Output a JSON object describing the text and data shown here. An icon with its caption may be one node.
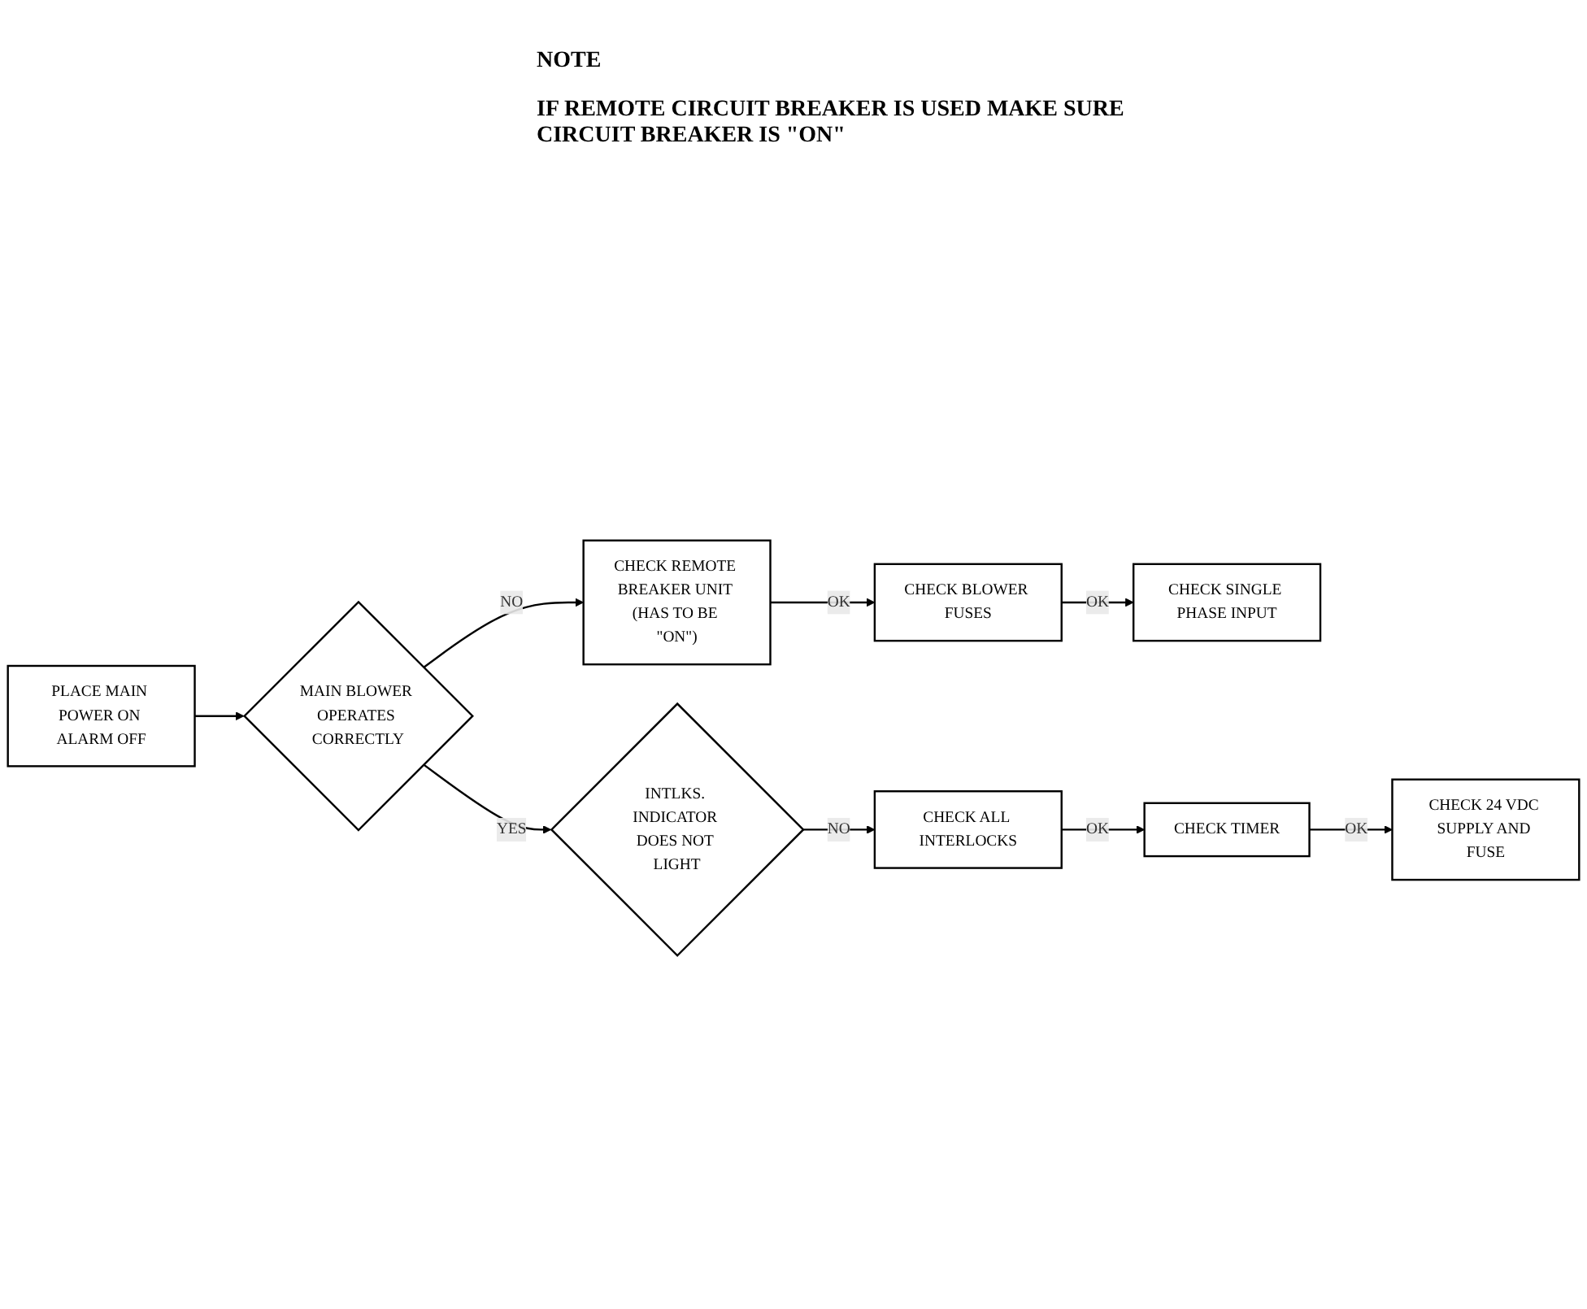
{
  "diagram": {
    "nodes": [
      {
        "text": [
          "PLACE MAIN POWER ON ALARM OFF"
        ]
      },
      {
        "text": [
          "MAIN BLOWER OPERATES CORRECTLY"
        ]
      },
      {
        "text": [
          "CHECK REMOTE BREAKER UNIT (HAS TO BE \"ON\")"
        ]
      },
      {
        "text": [
          "CHECK BLOWER FUSES"
        ]
      },
      {
        "text": [
          "CHECK SINGLE PHASE INPUT"
        ]
      },
      {
        "text": [
          "INTLKS. INDICATOR DOES NOT LIGHT"
        ]
      },
      {
        "text": [
          "CHECK ALL INTERLOCKS"
        ]
      },
      {
        "text": [
          "CHECK TIMER"
        ]
      },
      {
        "text": [
          "CHECK 24 VDC SUPPLY AND FUSE"
        ]
      }
    ],
    "edges": [
      {
        "from": 0,
        "to": 1,
        "arrow": "to"
      },
      {
        "from": 1,
        "to": 2,
        "arrow": "to",
        "label": "NO"
      },
      {
        "from": 2,
        "to": 3,
        "arrow": "to",
        "label": "OK"
      },
      {
        "from": 3,
        "to": 4,
        "arrow": "to",
        "label": "OK"
      },
      {
        "from": 1,
        "to": 5,
        "arrow": "to",
        "label": "YES"
      },
      {
        "from": 5,
        "to": 6,
        "arrow": "to",
        "label": "NO"
      },
      {
        "from": 6,
        "to": 7,
        "arrow": "to",
        "label": "OK"
      },
      {
        "from": 7,
        "to": 8,
        "arrow": "to",
        "label": "OK"
      }
    ],
    "labels": [
      "NOTE",
      "IF REMOTE CIRCUIT BREAKER IS USED MAKE SURE CIRCUIT BREAKER IS \"ON\""
    ]
  }
}
